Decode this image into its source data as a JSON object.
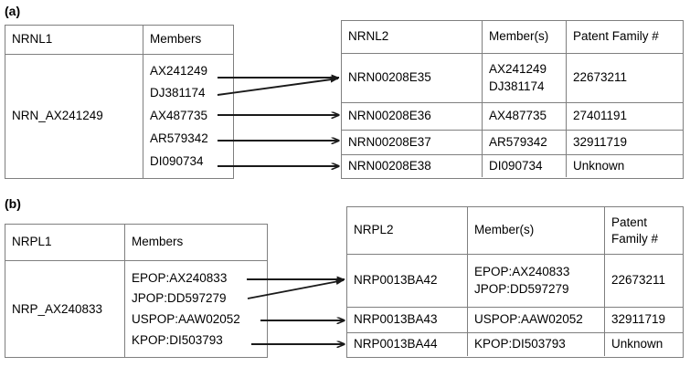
{
  "figure": {
    "panels": [
      {
        "id": "a",
        "label": "(a)",
        "left_table": {
          "headers": [
            "NRNL1",
            "Members"
          ],
          "cluster_id": "NRN_AX241249",
          "members": [
            "AX241249",
            "DJ381174",
            "AX487735",
            "AR579342",
            "DI090734"
          ]
        },
        "right_table": {
          "headers": [
            "NRNL2",
            "Member(s)",
            "Patent Family #"
          ],
          "rows": [
            {
              "id": "NRN00208E35",
              "members": [
                "AX241249",
                "DJ381174"
              ],
              "patent_family": "22673211"
            },
            {
              "id": "NRN00208E36",
              "members": [
                "AX487735"
              ],
              "patent_family": "27401191"
            },
            {
              "id": "NRN00208E37",
              "members": [
                "AR579342"
              ],
              "patent_family": "32911719"
            },
            {
              "id": "NRN00208E38",
              "members": [
                "DI090734"
              ],
              "patent_family": "Unknown"
            }
          ]
        }
      },
      {
        "id": "b",
        "label": "(b)",
        "left_table": {
          "headers": [
            "NRPL1",
            "Members"
          ],
          "cluster_id": "NRP_AX240833",
          "members": [
            "EPOP:AX240833",
            "JPOP:DD597279",
            "USPOP:AAW02052",
            "KPOP:DI503793"
          ]
        },
        "right_table": {
          "headers": [
            "NRPL2",
            "Member(s)",
            "Patent\nFamily #"
          ],
          "header_patent_line1": "Patent",
          "header_patent_line2": "Family #",
          "rows": [
            {
              "id": "NRP0013BA42",
              "members": [
                "EPOP:AX240833",
                "JPOP:DD597279"
              ],
              "patent_family": "22673211"
            },
            {
              "id": "NRP0013BA43",
              "members": [
                "USPOP:AAW02052"
              ],
              "patent_family": "32911719"
            },
            {
              "id": "NRP0013BA44",
              "members": [
                "KPOP:DI503793"
              ],
              "patent_family": "Unknown"
            }
          ]
        }
      }
    ],
    "colors": {
      "border": "#7f7f7f",
      "text": "#000000",
      "arrow": "#1a1a1a",
      "background": "#ffffff"
    },
    "arrows": {
      "name": "member-mapping-arrow",
      "count": 7,
      "description": "arrows map each member in the level-1 cluster to its level-2 cluster row"
    }
  }
}
